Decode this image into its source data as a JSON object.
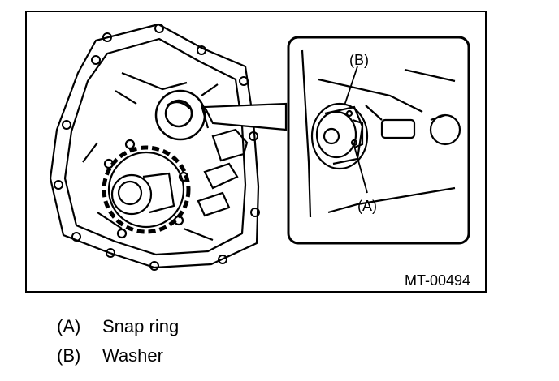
{
  "figure": {
    "code": "MT-00494",
    "callout_a": "(A)",
    "callout_b": "(B)"
  },
  "legend": [
    {
      "key": "(A)",
      "label": "Snap ring"
    },
    {
      "key": "(B)",
      "label": "Washer"
    }
  ]
}
